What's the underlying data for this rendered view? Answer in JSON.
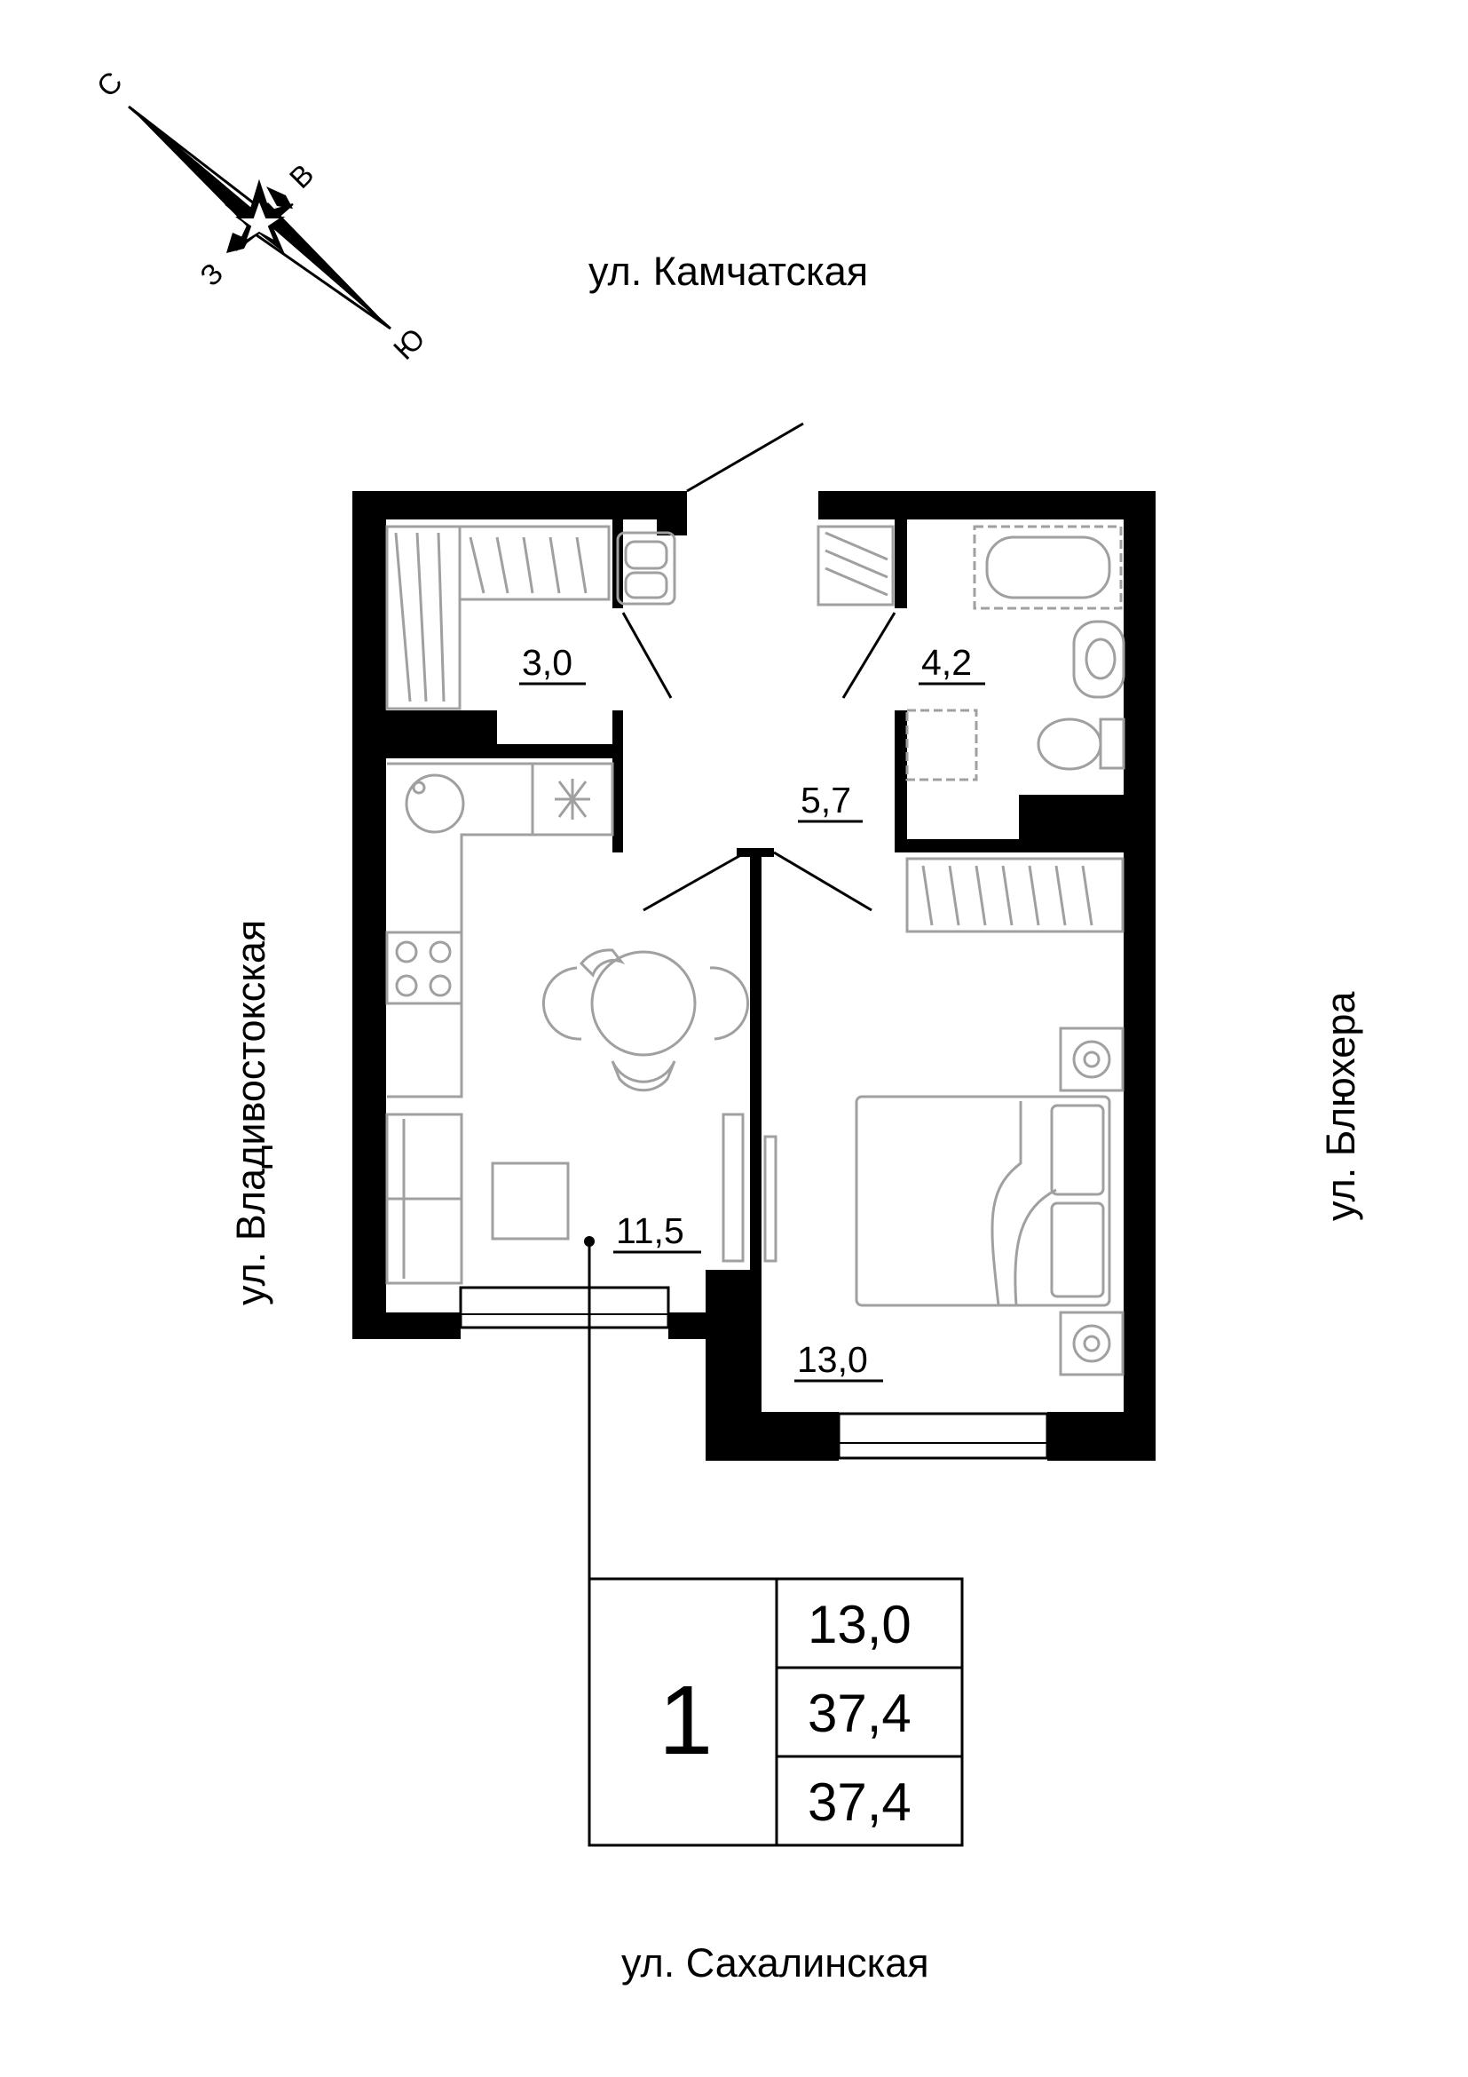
{
  "streets": {
    "top": "ул. Камчатская",
    "bottom": "ул. Сахалинская",
    "left": "ул. Владивостокская",
    "right": "ул. Блюхера"
  },
  "compass": {
    "north": "С",
    "east": "В",
    "south": "Ю",
    "west": "З"
  },
  "rooms": {
    "storage": "3,0",
    "bathroom": "4,2",
    "hallway": "5,7",
    "kitchen": "11,5",
    "bedroom": "13,0"
  },
  "summary": {
    "rooms_count": "1",
    "living_area": "13,0",
    "total_area": "37,4",
    "total_area_with_balcony": "37,4"
  }
}
